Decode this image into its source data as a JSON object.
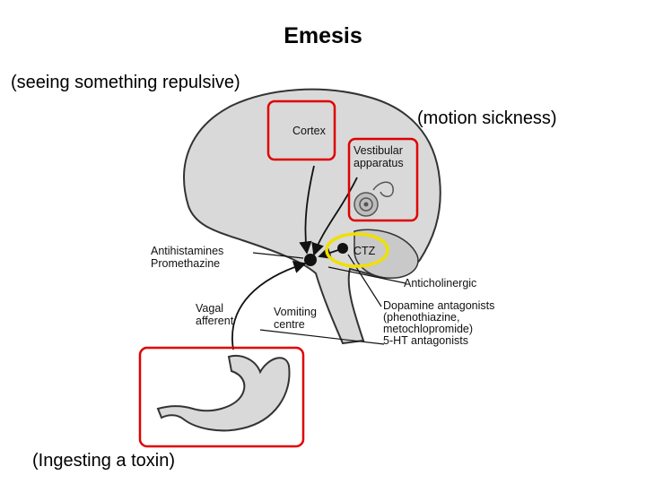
{
  "title": "Emesis",
  "captions": {
    "seeing": "(seeing something repulsive)",
    "motion": "(motion sickness)",
    "toxin": "(Ingesting a toxin)"
  },
  "labels": {
    "cortex": "Cortex",
    "vestibular_1": "Vestibular",
    "vestibular_2": "apparatus",
    "ctz": "CTZ",
    "antihistamines_1": "Antihistamines",
    "antihistamines_2": "Promethazine",
    "anticholinergic": "Anticholinergic",
    "dopamine_1": "Dopamine antagonists",
    "dopamine_2": "(phenothiazine,",
    "dopamine_3": "metochlopromide)",
    "serotonin": "5-HT antagonists",
    "vagal_1": "Vagal",
    "vagal_2": "afferent",
    "vomiting_1": "Vomiting",
    "vomiting_2": "centre"
  },
  "colors": {
    "highlight_box": "#e00000",
    "ctz_ring": "#f0e000",
    "tissue_fill": "#d9d9d9",
    "outline": "#333333"
  }
}
